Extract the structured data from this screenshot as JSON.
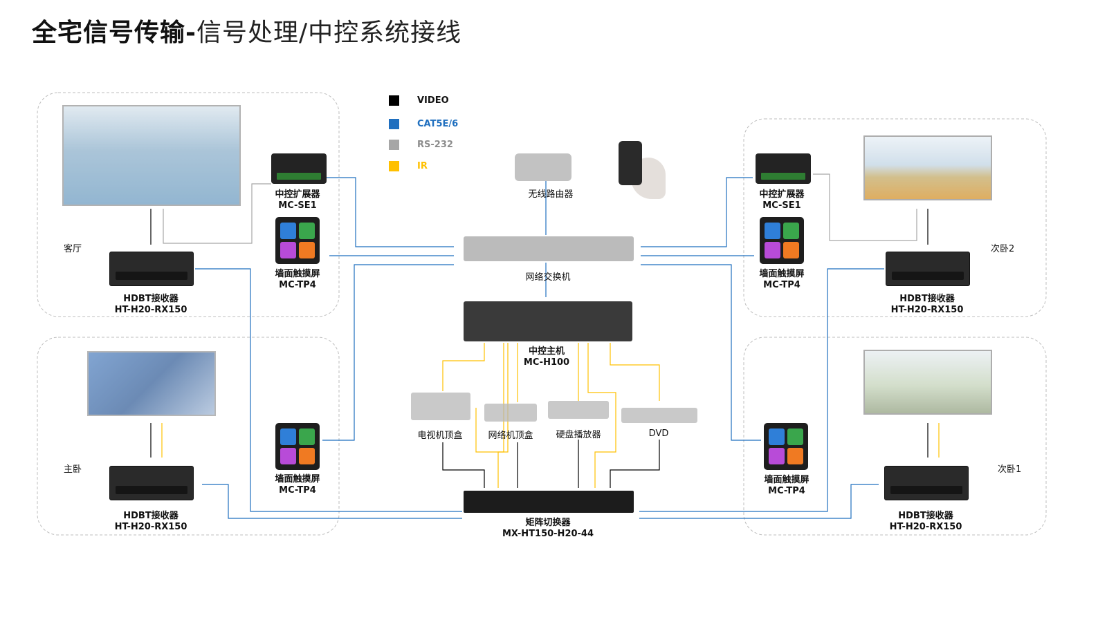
{
  "title": {
    "bold": "全宅信号传输",
    "dash": "-",
    "light": "信号处理/中控系统接线"
  },
  "legend": [
    {
      "label": "VIDEO",
      "color": "#000000"
    },
    {
      "label": "CAT5E/6",
      "color": "#1f6fbf"
    },
    {
      "label": "RS-232",
      "color": "#a6a6a6"
    },
    {
      "label": "IR",
      "color": "#ffc000"
    }
  ],
  "rooms": {
    "living": "客厅",
    "master": "主卧",
    "second2": "次卧2",
    "second1": "次卧1"
  },
  "devices": {
    "router": {
      "name": "无线路由器"
    },
    "switch": {
      "name": "网络交换机"
    },
    "host": {
      "name": "中控主机",
      "model": "MC-H100"
    },
    "matrix": {
      "name": "矩阵切换器",
      "model": "MX-HT150-H20-44"
    },
    "tv_box": {
      "name": "电视机顶盒"
    },
    "net_box": {
      "name": "网络机顶盒"
    },
    "hdd_player": {
      "name": "硬盘播放器"
    },
    "dvd": {
      "name": "DVD"
    },
    "expander": {
      "name": "中控扩展器",
      "model": "MC-SE1"
    },
    "touch": {
      "name": "墙面触摸屏",
      "model": "MC-TP4"
    },
    "receiver": {
      "name": "HDBT接收器",
      "model": "HT-H20-RX150"
    }
  }
}
